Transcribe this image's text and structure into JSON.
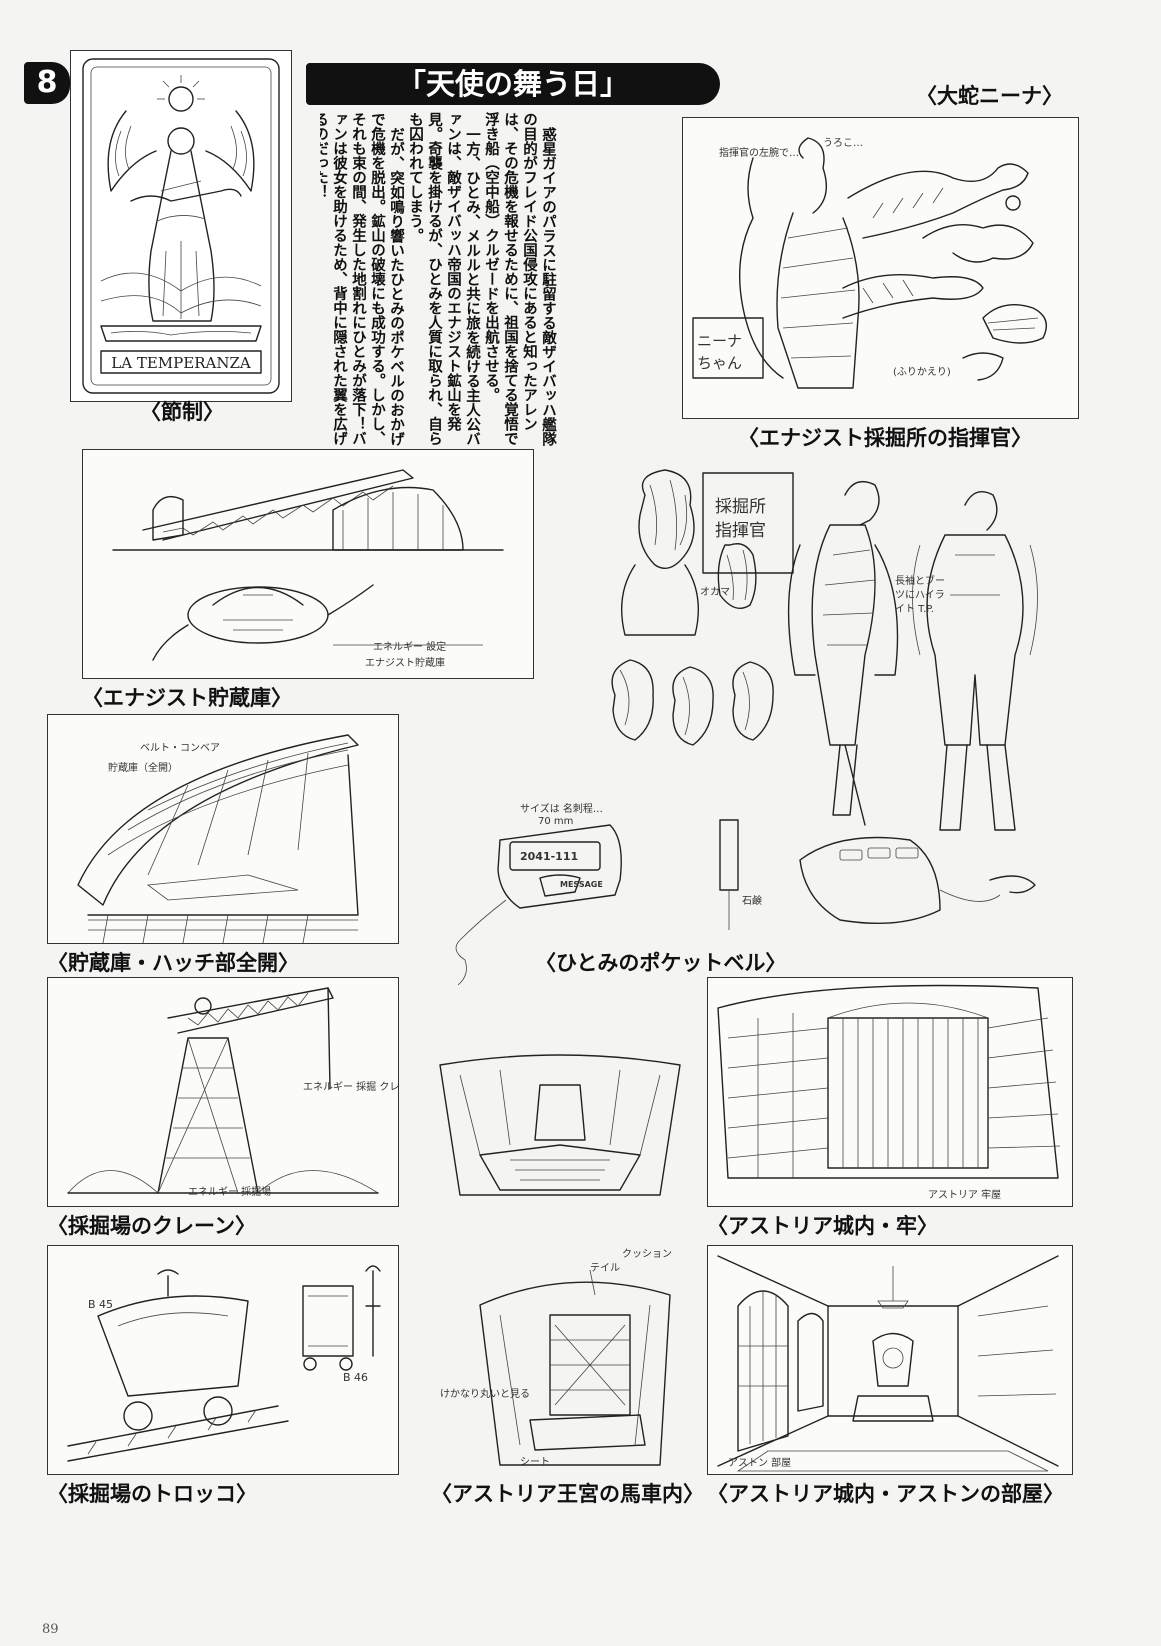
{
  "header": {
    "chapter_number": "8",
    "episode_title": "「天使の舞う日」"
  },
  "synopsis": {
    "paragraphs": [
      "惑星ガイアのパラスに駐留する敵ザイバッハ艦隊の目的がフレイド公国侵攻にあると知ったアレンは、その危機を報せるために、祖国を捨てる覚悟で浮き船（空中船）クルゼードを出航させる。",
      "一方、ひとみ、メルルと共に旅を続ける主人公バァンは、敵ザイバッハ帝国のエナジスト鉱山を発見。奇襲を掛けるが、ひとみを人質に取られ、自らも囚われてしまう。",
      "だが、突如鳴り響いたひとみのポケベルのおかげで危機を脱出。鉱山の破壊にも成功する。しかし、それも束の間、発生した地割れにひとみが落下！バァンは彼女を助けるため、背中に隠された翼を広げるのだった！"
    ]
  },
  "tarot_card": {
    "card_name": "LA TEMPERANZA",
    "caption": "〈節制〉"
  },
  "panels": [
    {
      "id": "nina",
      "caption": "〈大蛇ニーナ〉",
      "notes": [
        "指揮官の左腕で…",
        "うろこ…",
        "ニーナ ちゃん",
        "(ふりかえり)"
      ]
    },
    {
      "id": "commander",
      "caption": "〈エナジスト採掘所の指揮官〉",
      "notes": [
        "採掘所 指揮官",
        "オカマ",
        "長袖とブーツにハイライト T.P."
      ]
    },
    {
      "id": "storehouse",
      "caption": "〈エナジスト貯蔵庫〉",
      "notes": [
        "エネルギー 設定",
        "エナジスト貯蔵庫"
      ]
    },
    {
      "id": "hatch",
      "caption": "〈貯蔵庫・ハッチ部全開〉",
      "notes": [
        "ベルト・コンベア",
        "貯蔵庫（全開）"
      ]
    },
    {
      "id": "pager",
      "caption": "〈ひとみのポケットベル〉",
      "notes": [
        "サイズは 名刺程…",
        "70 mm",
        "MESSAGE",
        "2041-111",
        "石鹸"
      ]
    },
    {
      "id": "crane",
      "caption": "〈採掘場のクレーン〉",
      "notes": [
        "エネルギー 採掘 クレーン",
        "エネルギー 採掘場"
      ]
    },
    {
      "id": "carriage",
      "caption": "〈アストリア王宮の馬車内〉",
      "notes": [
        "テイル",
        "クッション",
        "けかなり丸いと見る",
        "シート"
      ]
    },
    {
      "id": "prison",
      "caption": "〈アストリア城内・牢〉",
      "notes": [
        "アストリア 牢屋"
      ]
    },
    {
      "id": "minecart",
      "caption": "〈採掘場のトロッコ〉",
      "notes": [
        "B 45",
        "B 46"
      ]
    },
    {
      "id": "aston-room",
      "caption": "〈アストリア城内・アストンの部屋〉",
      "notes": [
        "アストン 部屋"
      ]
    }
  ],
  "page_number": "89"
}
